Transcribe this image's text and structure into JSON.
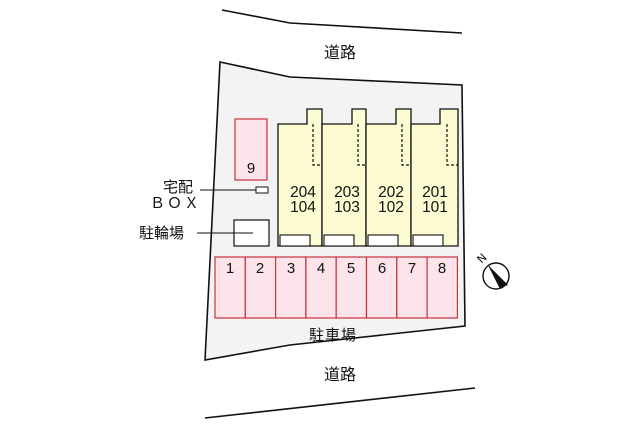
{
  "roads": {
    "top_label": "道路",
    "bottom_label": "道路"
  },
  "buildings": [
    {
      "upper": "204",
      "lower": "104"
    },
    {
      "upper": "203",
      "lower": "103"
    },
    {
      "upper": "202",
      "lower": "102"
    },
    {
      "upper": "201",
      "lower": "101"
    }
  ],
  "parking": {
    "label": "駐車場",
    "spaces": [
      "1",
      "2",
      "3",
      "4",
      "5",
      "6",
      "7",
      "8"
    ],
    "extra_space": "9"
  },
  "delivery_box": {
    "label_line1": "宅配",
    "label_line2": "ＢＯＸ"
  },
  "bicycle_parking": {
    "label": "駐輪場"
  },
  "compass": {
    "north_label": "N",
    "icon": "north-arrow-icon"
  },
  "colors": {
    "lot_fill": "#f3f3f3",
    "building_fill": "#fdfbd2",
    "parking_fill": "#fce4ea",
    "parking_stroke": "#c8323c",
    "outline": "#111111"
  }
}
